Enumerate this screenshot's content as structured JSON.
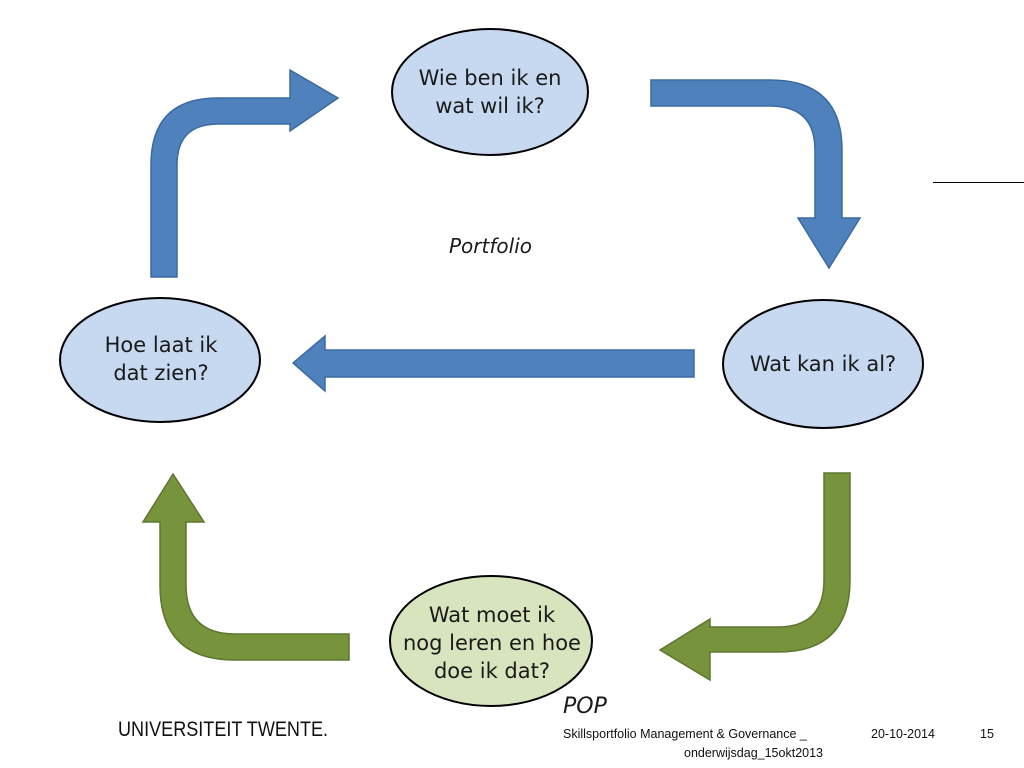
{
  "diagram": {
    "nodes": {
      "top": {
        "text": "Wie ben ik en\nwat wil ik?",
        "fill": "#c6d9f1"
      },
      "right": {
        "text": "Wat kan ik al?",
        "fill": "#c6d9f1"
      },
      "left": {
        "text": "Hoe laat ik\ndat zien?",
        "fill": "#c6d9f1"
      },
      "bottom": {
        "text": "Wat moet ik\nnog leren en hoe\ndoe ik dat?",
        "fill": "#d7e4bd"
      }
    },
    "cycle_labels": {
      "portfolio": "Portfolio",
      "pop": "POP"
    },
    "colors": {
      "blue_arrow": "#4f81bd",
      "green_arrow": "#77933c"
    }
  },
  "footer": {
    "logo": "UNIVERSITEIT TWENTE.",
    "title_line1": "Skillsportfolio Management & Governance _",
    "title_line2": "onderwijsdag_15okt2013",
    "date": "20-10-2014",
    "page": "15"
  }
}
